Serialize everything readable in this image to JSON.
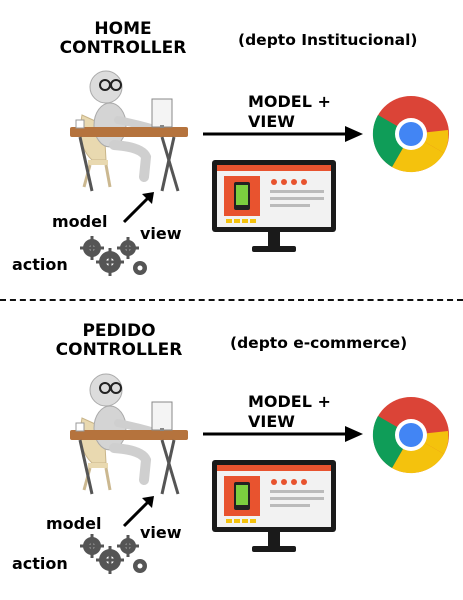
{
  "sections": [
    {
      "controller_line1": "HOME",
      "controller_line2": "CONTROLLER",
      "department": "(depto Institucional)",
      "output_line1": "MODEL +",
      "output_line2": "VIEW",
      "label_model": "model",
      "label_view": "view",
      "label_action": "action"
    },
    {
      "controller_line1": "PEDIDO",
      "controller_line2": "CONTROLLER",
      "department": "(depto e-commerce)",
      "output_line1": "MODEL +",
      "output_line2": "VIEW",
      "label_model": "model",
      "label_view": "view",
      "label_action": "action"
    }
  ],
  "icons": {
    "person": "developer-at-desk-icon",
    "gears": "gears-icon",
    "monitor": "ecommerce-monitor-icon",
    "browser": "chrome-browser-icon"
  },
  "colors": {
    "chrome_red": "#db4437",
    "chrome_yellow": "#f4c20d",
    "chrome_green": "#0f9d58",
    "chrome_blue": "#4285f4",
    "desk_wood": "#b5733d",
    "shop_accent": "#e8532f"
  }
}
